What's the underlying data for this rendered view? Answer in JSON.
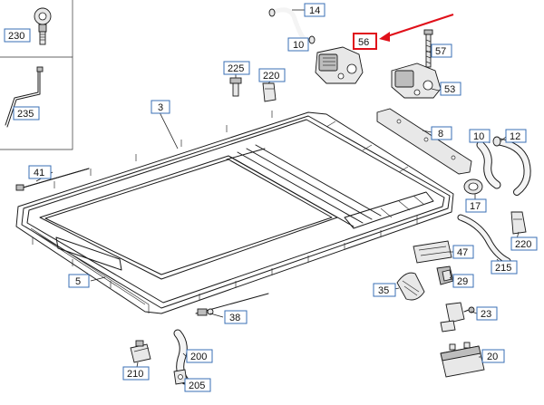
{
  "parts": {
    "p230": "230",
    "p235": "235",
    "p14": "14",
    "p10a": "10",
    "p56": "56",
    "p57": "57",
    "p225": "225",
    "p220a": "220",
    "p53": "53",
    "p3": "3",
    "p8": "8",
    "p10b": "10",
    "p12": "12",
    "p41": "41",
    "p17": "17",
    "p220b": "220",
    "p47": "47",
    "p215": "215",
    "p5": "5",
    "p35": "35",
    "p29": "29",
    "p38": "38",
    "p23": "23",
    "p200": "200",
    "p20": "20",
    "p210": "210",
    "p205": "205"
  },
  "highlight": {
    "part": "56",
    "color": "#e0101a"
  },
  "colors": {
    "tag_border": "#3a6fb5",
    "line": "#1a1a1a"
  }
}
